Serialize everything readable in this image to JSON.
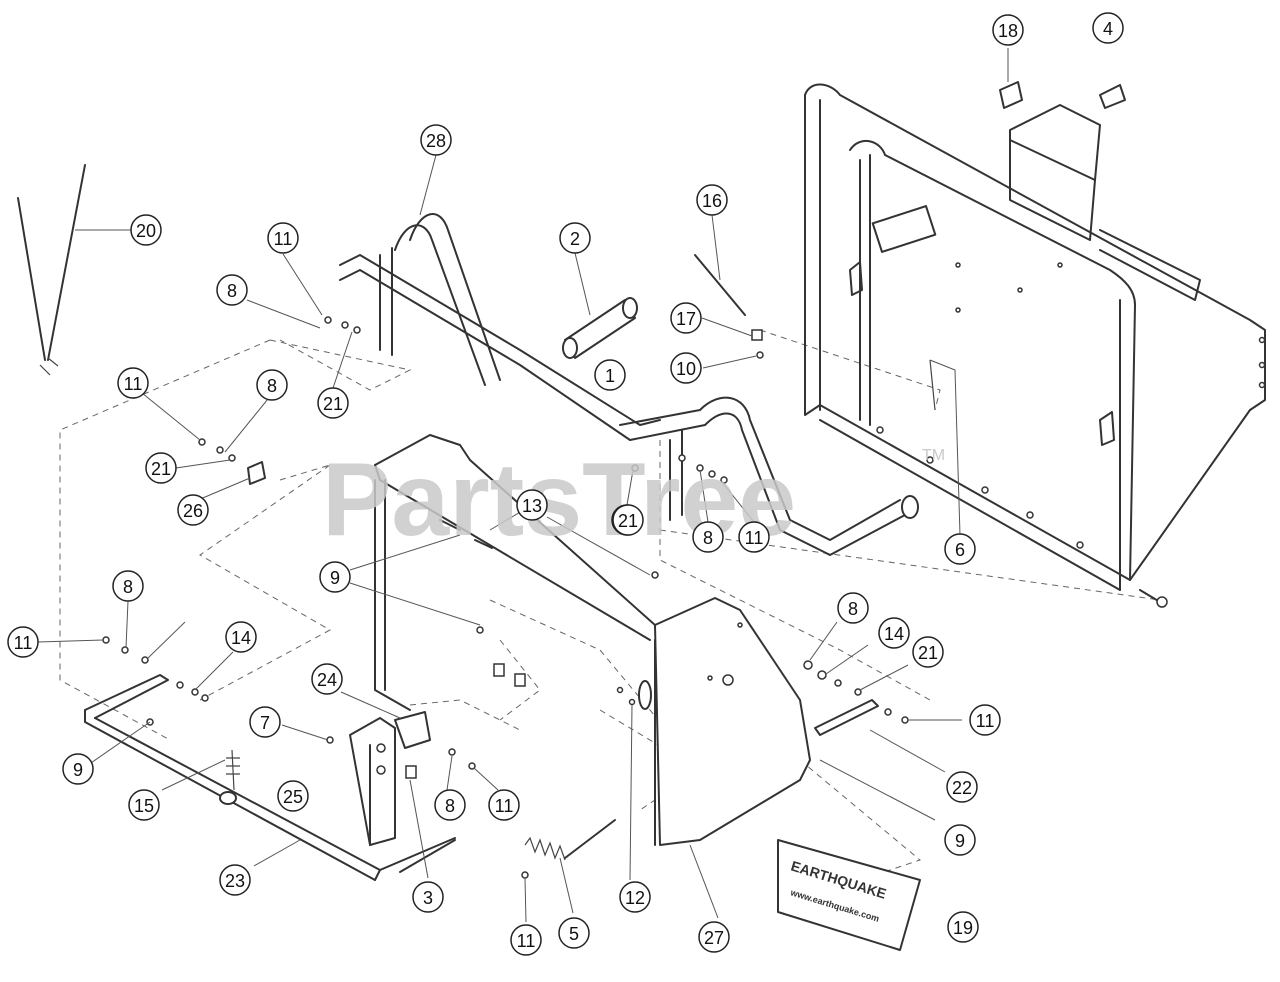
{
  "watermark": {
    "brand": "PartsTree",
    "trademark": "TM"
  },
  "callouts": [
    {
      "label": "18"
    },
    {
      "label": "4"
    },
    {
      "label": "28"
    },
    {
      "label": "20"
    },
    {
      "label": "16"
    },
    {
      "label": "11"
    },
    {
      "label": "2"
    },
    {
      "label": "8"
    },
    {
      "label": "17"
    },
    {
      "label": "10"
    },
    {
      "label": "1"
    },
    {
      "label": "21"
    },
    {
      "label": "11"
    },
    {
      "label": "8"
    },
    {
      "label": "21"
    },
    {
      "label": "26"
    },
    {
      "label": "21"
    },
    {
      "label": "8"
    },
    {
      "label": "11"
    },
    {
      "label": "13"
    },
    {
      "label": "6"
    },
    {
      "label": "9"
    },
    {
      "label": "8"
    },
    {
      "label": "21"
    },
    {
      "label": "14"
    },
    {
      "label": "8"
    },
    {
      "label": "11"
    },
    {
      "label": "14"
    },
    {
      "label": "21"
    },
    {
      "label": "24"
    },
    {
      "label": "11"
    },
    {
      "label": "7"
    },
    {
      "label": "9"
    },
    {
      "label": "22"
    },
    {
      "label": "15"
    },
    {
      "label": "25"
    },
    {
      "label": "8"
    },
    {
      "label": "11"
    },
    {
      "label": "9"
    },
    {
      "label": "23"
    },
    {
      "label": "3"
    },
    {
      "label": "12"
    },
    {
      "label": "19"
    },
    {
      "label": "11"
    },
    {
      "label": "5"
    },
    {
      "label": "27"
    }
  ]
}
